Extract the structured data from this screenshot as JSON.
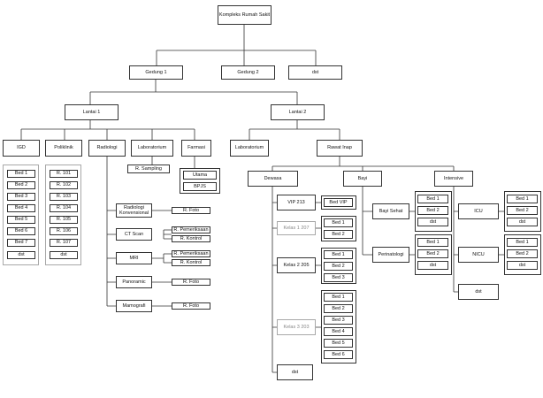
{
  "root": "Kompleks Rumah Sakit",
  "level1": {
    "gedung1": "Gedung 1",
    "gedung2": "Gedung 2",
    "dst": "dst"
  },
  "lantai": {
    "lantai1": "Lantai 1",
    "lantai2": "Lantai 2"
  },
  "lantai1_units": {
    "igd": "IGD",
    "poliklinik": "Poliklinik",
    "radiologi": "Radiologi",
    "laboratorium": "Laboratorium",
    "farmasi": "Farmasi"
  },
  "igd_beds": [
    "Bed 1",
    "Bed 2",
    "Bed 3",
    "Bed 4",
    "Bed 5",
    "Bed 6",
    "Bed 7",
    "dst"
  ],
  "poliklinik_rooms": [
    "R. 101",
    "R. 102",
    "R. 103",
    "R. 104",
    "R. 105",
    "R. 106",
    "R. 107",
    "dst"
  ],
  "lab_room": "R. Sampling",
  "farmasi_rooms": [
    "Utama",
    "BPJS"
  ],
  "radiologi": {
    "konvensional": {
      "label": "Radiologi Konvensional",
      "rooms": [
        "R. Foto"
      ]
    },
    "ctscan": {
      "label": "CT Scan",
      "rooms": [
        "R. Pemeriksaan",
        "R. Kontrol"
      ]
    },
    "mri": {
      "label": "MRI",
      "rooms": [
        "R. Pemeriksaan",
        "R. Kontrol"
      ]
    },
    "panoramic": {
      "label": "Panoramic",
      "rooms": [
        "R. Foto"
      ]
    },
    "mamografi": {
      "label": "Mamografi",
      "rooms": [
        "R. Foto"
      ]
    }
  },
  "lantai2_units": {
    "laboratorium": "Laboratorium",
    "rawat_inap": "Rawat Inap"
  },
  "rawat_inap": {
    "dewasa": "Dewasa",
    "bayi": "Bayi",
    "intensive": "Intensive"
  },
  "dewasa": {
    "vip": {
      "label": "VIP 213",
      "beds": [
        "Bed VIP"
      ]
    },
    "kelas1": {
      "label": "Kelas 1 207",
      "beds": [
        "Bed 1",
        "Bed 2"
      ]
    },
    "kelas2": {
      "label": "Kelas 2 205",
      "beds": [
        "Bed 1",
        "Bed 2",
        "Bed 3"
      ]
    },
    "kelas3": {
      "label": "Kelas 3 203",
      "beds": [
        "Bed 1",
        "Bed 2",
        "Bed 3",
        "Bed 4",
        "Bed 5",
        "Bed 6"
      ]
    },
    "dst": "dst"
  },
  "bayi": {
    "sehat": {
      "label": "Bayi Sehat",
      "beds": [
        "Bed 1",
        "Bed 2",
        "dst"
      ]
    },
    "perinatologi": {
      "label": "Perinatologi",
      "beds": [
        "Bed 1",
        "Bed 2",
        "dst"
      ]
    }
  },
  "intensive": {
    "icu": {
      "label": "ICU",
      "beds": [
        "Bed 1",
        "Bed 2",
        "dst"
      ]
    },
    "nicu": {
      "label": "NICU",
      "beds": [
        "Bed 1",
        "Bed 2",
        "dst"
      ]
    },
    "dst": "dst"
  }
}
